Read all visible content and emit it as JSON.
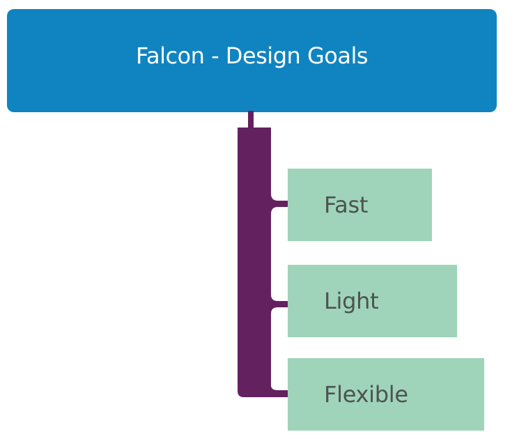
{
  "diagram": {
    "title": "Falcon - Design Goals",
    "goals": [
      {
        "label": "Fast"
      },
      {
        "label": "Light"
      },
      {
        "label": "Flexible"
      }
    ]
  },
  "colors": {
    "title_background": "#0f84c1",
    "title_text": "#ffffff",
    "connector": "#632160",
    "goal_background": "#9fd4bb",
    "goal_text": "#4b5350"
  }
}
